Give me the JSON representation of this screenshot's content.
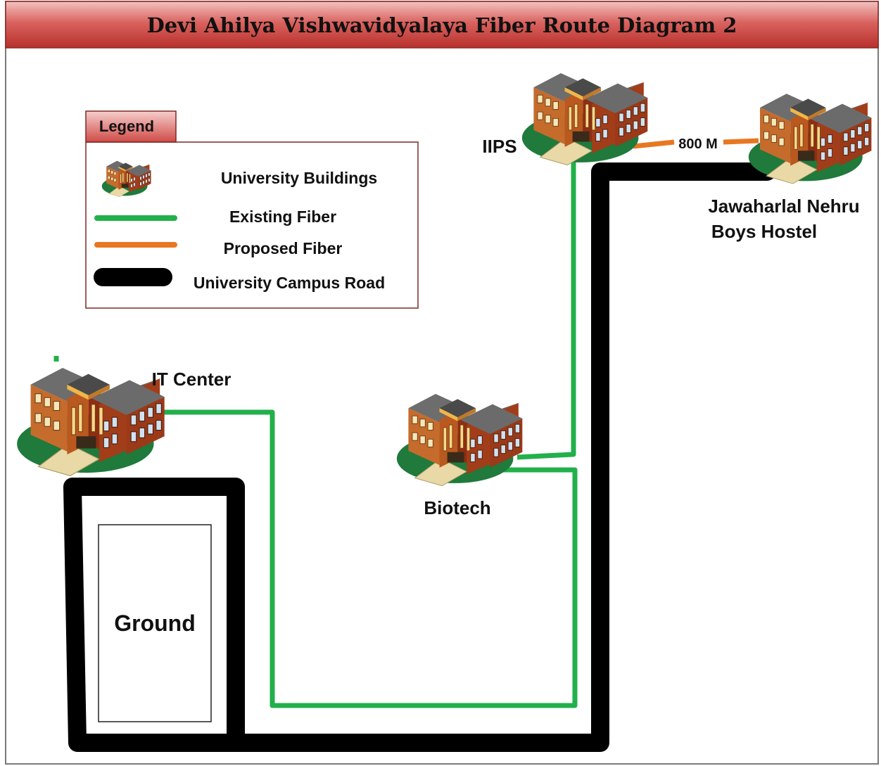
{
  "title": "Devi Ahilya Vishwavidyalaya Fiber Route Diagram 2",
  "legend": {
    "tab": "Legend",
    "items": [
      {
        "label": "University Buildings",
        "icon": "building-icon"
      },
      {
        "label": "Existing Fiber",
        "color": "#22b04b"
      },
      {
        "label": "Proposed Fiber",
        "color": "#e87722"
      },
      {
        "label": "University Campus Road",
        "color": "#000000"
      }
    ]
  },
  "buildings": {
    "iips": "IIPS",
    "hostel_line1": "Jawaharlal Nehru",
    "hostel_line2": "Boys Hostel",
    "it_center": "IT Center",
    "biotech": "Biotech"
  },
  "distance_label": "800 M",
  "ground_label": "Ground",
  "colors": {
    "existing_fiber": "#22b04b",
    "proposed_fiber": "#e87722",
    "road": "#000000",
    "title_bar": "#c94a4a"
  }
}
